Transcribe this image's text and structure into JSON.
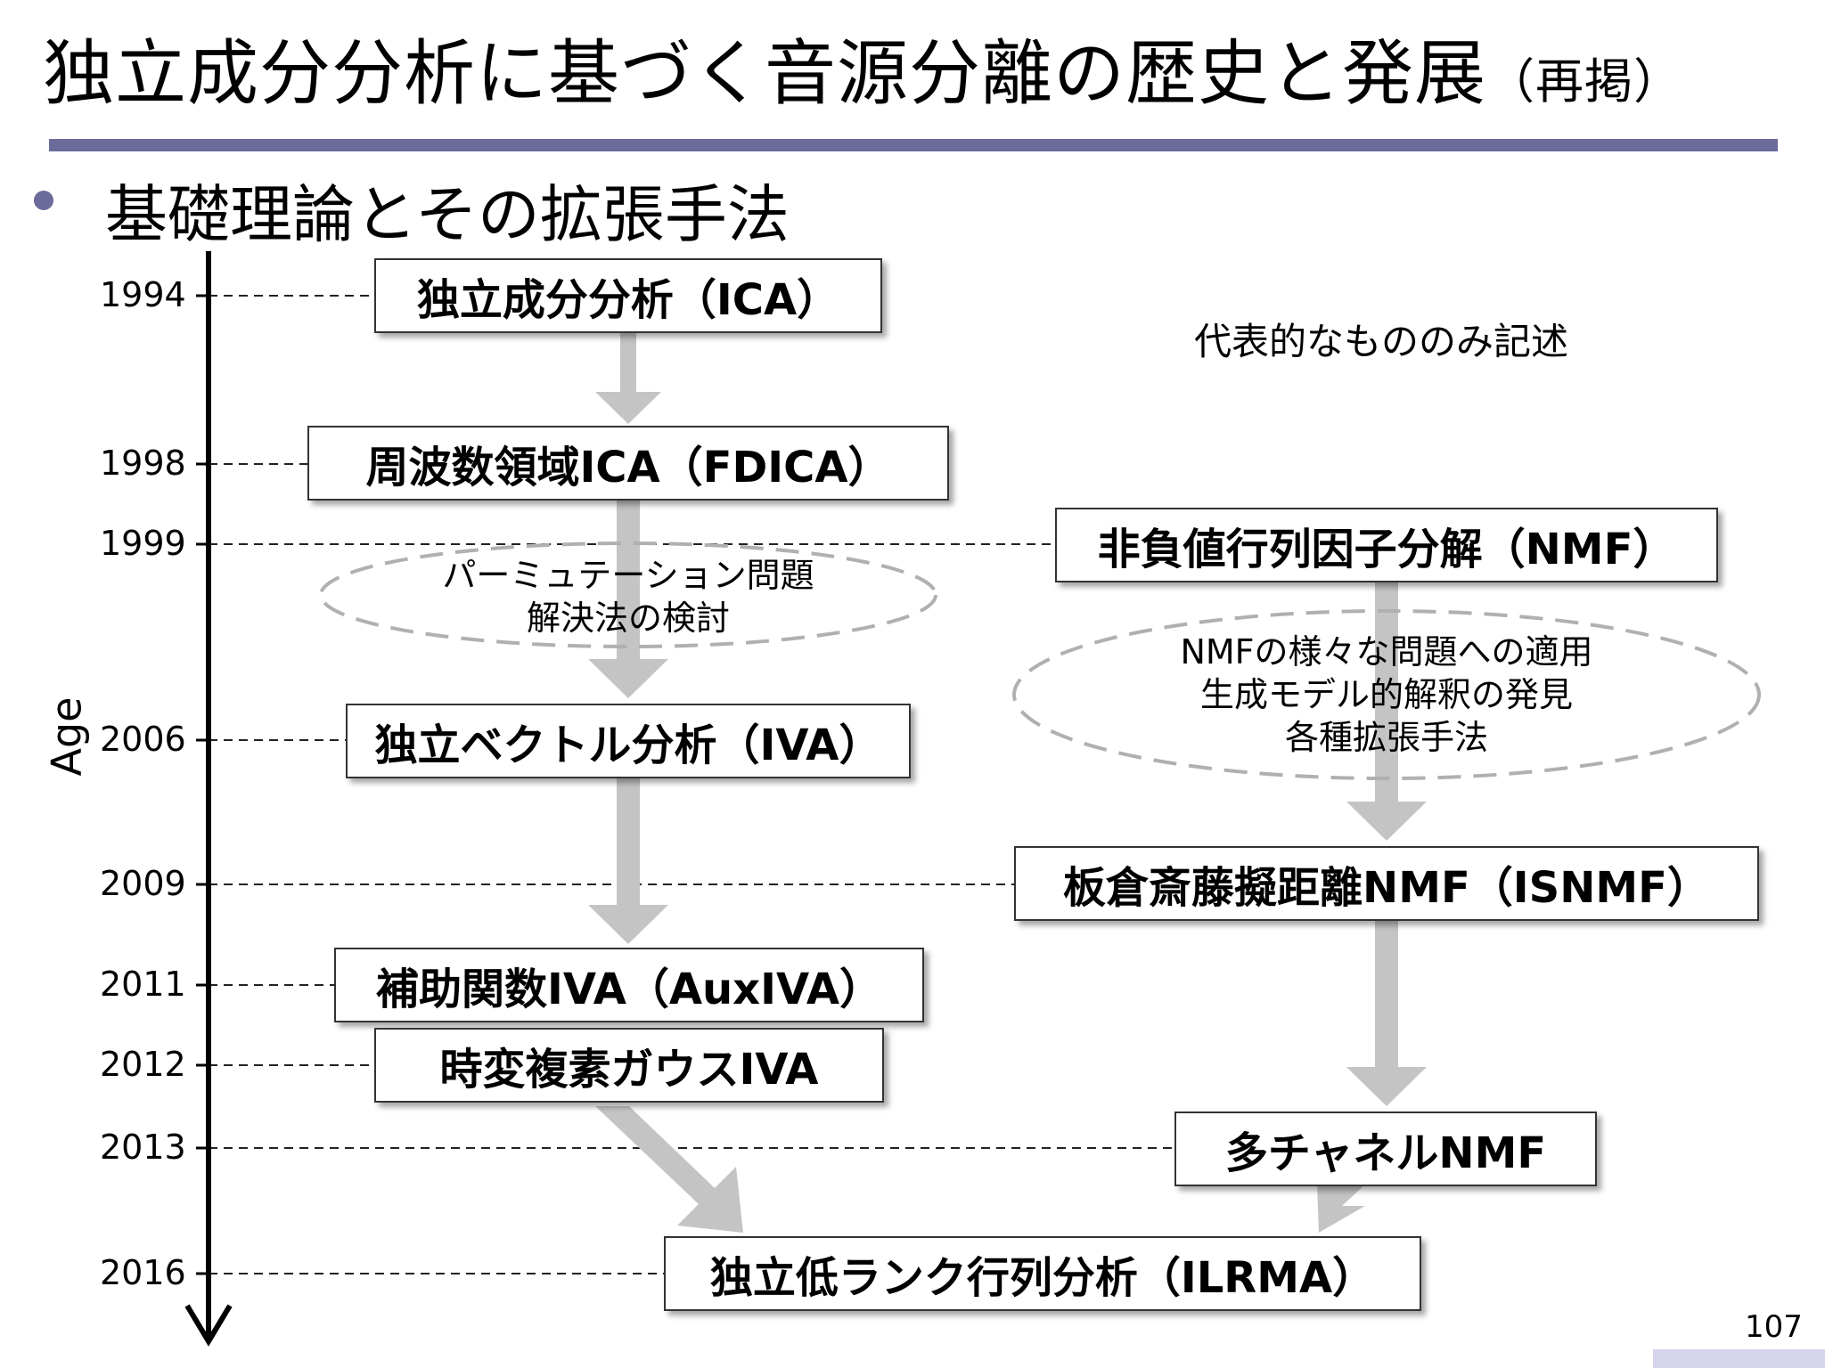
{
  "title": {
    "main": "独立成分分析に基づく音源分離の歴史と発展",
    "suffix": "（再掲）"
  },
  "bullet": "基礎理論とその拡張手法",
  "note": "代表的なもののみ記述",
  "axis_label": "Age",
  "years": [
    "1994",
    "1998",
    "1999",
    "2006",
    "2009",
    "2011",
    "2012",
    "2013",
    "2016"
  ],
  "boxes": {
    "ica": "独立成分分析（ICA）",
    "fdica": "周波数領域ICA（FDICA）",
    "nmf": "非負値行列因子分解（NMF）",
    "iva": "独立ベクトル分析（IVA）",
    "isnmf": "板倉斎藤擬距離NMF（ISNMF）",
    "auxiva": "補助関数IVA（AuxIVA）",
    "tvcg_iva": "時変複素ガウスIVA",
    "mnmf": "多チャネルNMF",
    "ilrma": "独立低ランク行列分析（ILRMA）"
  },
  "ellipse_left": [
    "パーミュテーション問題",
    "解決法の検討"
  ],
  "ellipse_right": [
    "NMFの様々な問題への適用",
    "生成モデル的解釈の発見",
    "各種拡張手法"
  ],
  "page_number": "107",
  "colors": {
    "accent": "#6b6b9c",
    "arrow": "#c4c4c4",
    "ellipse_stroke": "#b0b0b0"
  }
}
